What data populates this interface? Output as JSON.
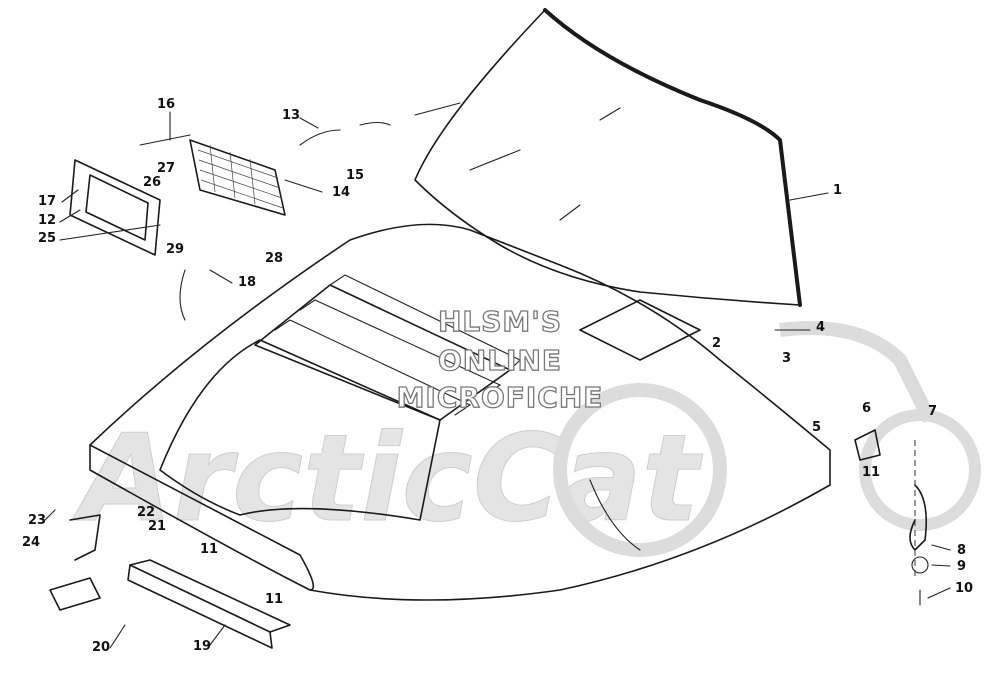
{
  "watermark": {
    "line1": "HLSM'S",
    "line2": "ONLINE",
    "line3": "MICROFICHE",
    "logo_text": "ArcticCat"
  },
  "callouts": [
    {
      "num": "1"
    },
    {
      "num": "2"
    },
    {
      "num": "3"
    },
    {
      "num": "4"
    },
    {
      "num": "5"
    },
    {
      "num": "6"
    },
    {
      "num": "7"
    },
    {
      "num": "8"
    },
    {
      "num": "9"
    },
    {
      "num": "10"
    },
    {
      "num": "11"
    },
    {
      "num": "11"
    },
    {
      "num": "11"
    },
    {
      "num": "12"
    },
    {
      "num": "13"
    },
    {
      "num": "14"
    },
    {
      "num": "15"
    },
    {
      "num": "16"
    },
    {
      "num": "17"
    },
    {
      "num": "18"
    },
    {
      "num": "19"
    },
    {
      "num": "20"
    },
    {
      "num": "21"
    },
    {
      "num": "22"
    },
    {
      "num": "23"
    },
    {
      "num": "24"
    },
    {
      "num": "25"
    },
    {
      "num": "26"
    },
    {
      "num": "27"
    },
    {
      "num": "28"
    },
    {
      "num": "29"
    }
  ],
  "colors": {
    "ink": "#1a1a1a",
    "background": "#ffffff",
    "watermark": "#e4e4e4"
  }
}
